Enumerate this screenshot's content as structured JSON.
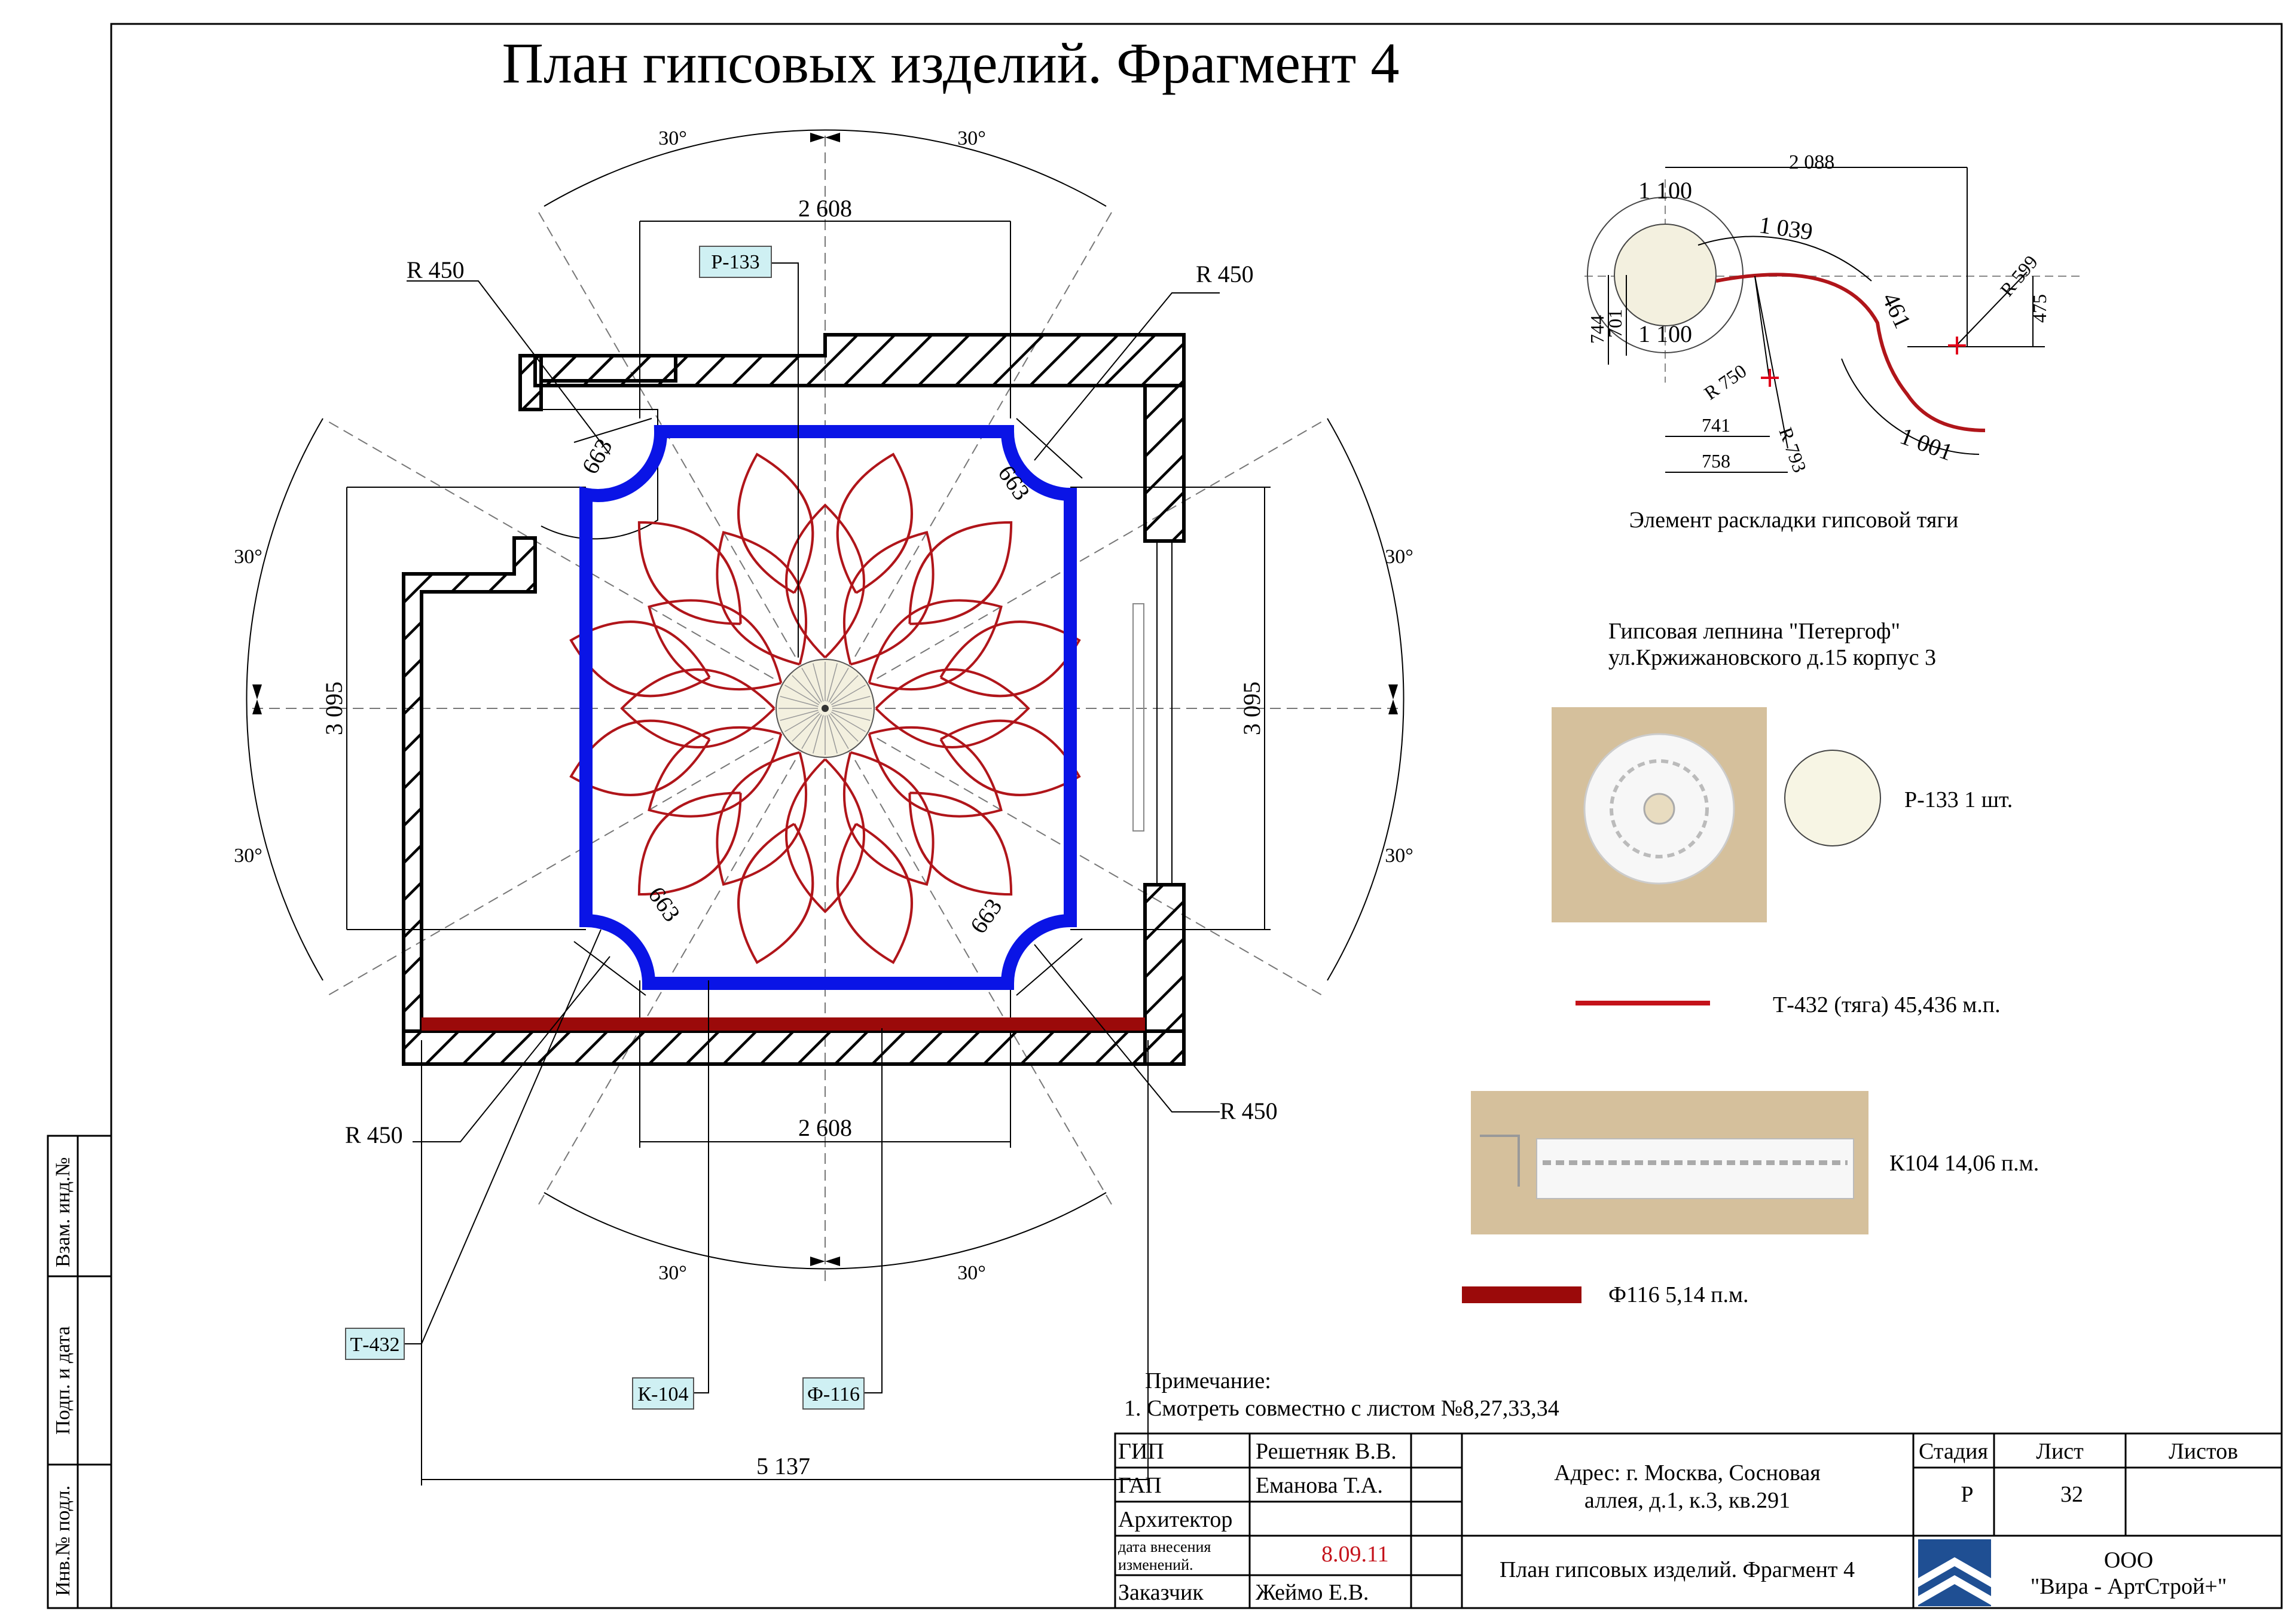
{
  "title": "План гипсовых изделий. Фрагмент 4",
  "colors": {
    "blue_frame": "#0a14e6",
    "red_curve": "#b0151a",
    "dark_red_strip": "#9b0a0a",
    "tag_fill": "#cff0f3",
    "medallion": "#f3f0df",
    "swatch": "#d5c09c"
  },
  "plan": {
    "angle_label": "30°",
    "dim_top": "2 608",
    "dim_bottom": "2 608",
    "dim_left": "3 095",
    "dim_right": "3 095",
    "dim_total": "5 137",
    "corner_dim": "663",
    "radius_label": "R 450",
    "tags": {
      "p133": "Р-133",
      "t432": "Т-432",
      "k104": "К-104",
      "f116": "Ф-116"
    }
  },
  "element": {
    "caption": "Элемент раскладки гипсовой тяги",
    "dims": {
      "d2088": "2 088",
      "d1100a": "1 100",
      "d1100b": "1 100",
      "d1039": "1 039",
      "d461": "461",
      "r599": "R 599",
      "d475": "475",
      "d744": "744",
      "d701": "701",
      "r750": "R 750",
      "d741": "741",
      "r793": "R 793",
      "d758": "758",
      "d1001": "1 001"
    }
  },
  "legend": {
    "heading1": "Гипсовая лепнина \"Петергоф\"",
    "heading2": "ул.Кржижановского д.15 корпус 3",
    "p133": "Р-133    1 шт.",
    "t432": "Т-432 (тяга) 45,436 м.п.",
    "k104": "К104    14,06 п.м.",
    "f116": "Ф116    5,14 п.м."
  },
  "note": {
    "heading": "Примечание:",
    "line1": "1. Смотреть совместно с листом №8,27,33,34"
  },
  "side_stamp": {
    "a": "Взам. инд.№",
    "b": "Подп. и дата",
    "c": "Инв.№ подл."
  },
  "stamp": {
    "gip": "ГИП",
    "gip_name": "Решетняк В.В.",
    "gap": "ГАП",
    "gap_name": "Еманова Т.А.",
    "arch": "Архитектор",
    "change1": "дата внесения",
    "change2": "изменений.",
    "change_date": "8.09.11",
    "cust": "Заказчик",
    "cust_name": "Жеймо Е.В.",
    "address1": "Адрес: г. Москва, Сосновая",
    "address2": "аллея, д.1, к.3, кв.291",
    "sheet_title": "План гипсовых изделий. Фрагмент 4",
    "stage_h": "Стадия",
    "sheet_h": "Лист",
    "sheets_h": "Листов",
    "stage": "Р",
    "sheet_no": "32",
    "org1": "ООО",
    "org2": "\"Вира - АртСтрой+\""
  }
}
